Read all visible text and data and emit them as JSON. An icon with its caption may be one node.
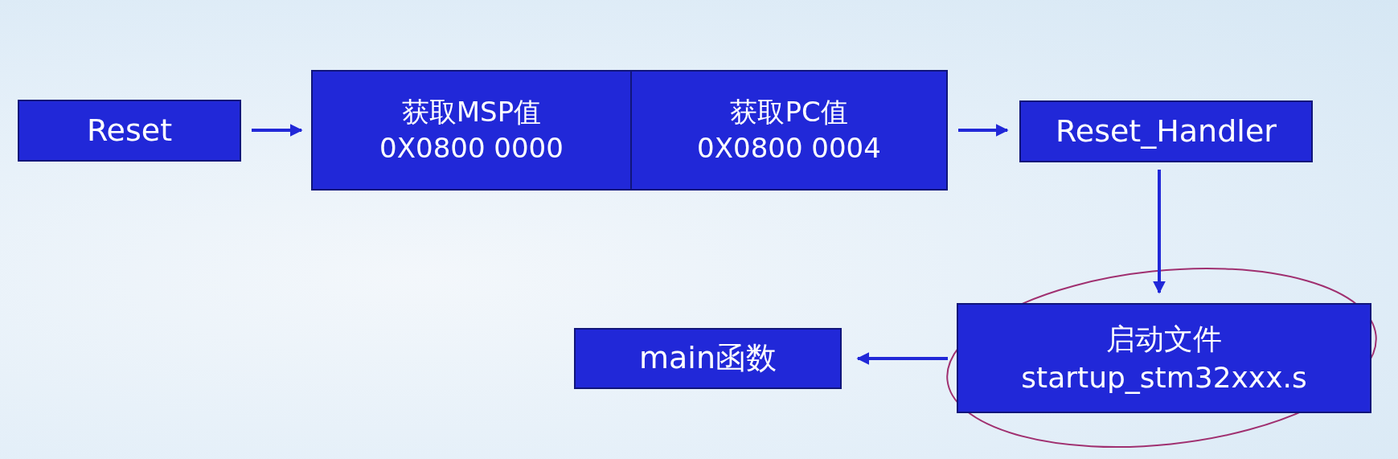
{
  "diagram": {
    "nodes": [
      {
        "text": [
          "Reset"
        ]
      },
      {
        "text": [
          "获取MSP值",
          "0X0800 0000"
        ]
      },
      {
        "text": [
          "获取PC值",
          "0X0800 0004"
        ]
      },
      {
        "text": [
          "Reset_Handler"
        ]
      },
      {
        "text": [
          "启动文件",
          "startup_stm32xxx.s"
        ]
      },
      {
        "text": [
          "main函数"
        ]
      }
    ],
    "edges": [
      {
        "from": 0,
        "to": 1,
        "arrow": "to"
      },
      {
        "from": 2,
        "to": 3,
        "arrow": "to"
      },
      {
        "from": 3,
        "to": 4,
        "arrow": "to"
      },
      {
        "from": 4,
        "to": 5,
        "arrow": "to"
      }
    ]
  }
}
